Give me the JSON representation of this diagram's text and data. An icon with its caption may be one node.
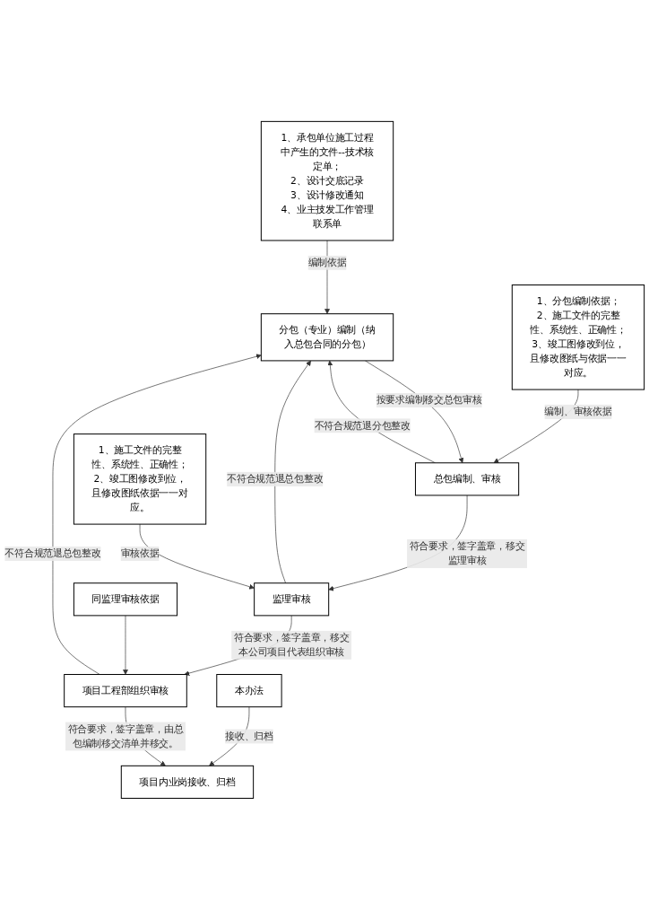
{
  "diagram": {
    "nodes": [
      {
        "text": [
          "分包（专业）编制（纳入总包合同的分包）"
        ]
      },
      {
        "text": [
          "1、承包单位施工过程中产生的文件--技术核定单；",
          "2、设计交底记录",
          "3、设计修改通知",
          "4、业主技发工作管理联系单"
        ]
      },
      {
        "text": [
          "总包编制、审核"
        ]
      },
      {
        "text": [
          "1、分包编制依据；2、施工文件的完整性、系统性、正确性；3、竣工图修改到位，且修改图纸与依据一一对应。"
        ]
      },
      {
        "text": [
          "监理审核"
        ]
      },
      {
        "text": [
          "1、施工文件的完整性、系统性、正确性；2、竣工图修改到位，且修改图纸依据一一对应。"
        ]
      },
      {
        "text": [
          "项目工程部组织审核"
        ]
      },
      {
        "text": [
          "同监理审核依据"
        ]
      },
      {
        "text": [
          "项目内业岗接收、归档"
        ]
      },
      {
        "text": [
          "本办法"
        ]
      }
    ],
    "edges": [
      {
        "from": 1,
        "to": 0,
        "arrow": "to",
        "label": "编制依据"
      },
      {
        "from": 0,
        "to": 2,
        "arrow": "to",
        "label": "按要求编制移交总包审核"
      },
      {
        "from": 3,
        "to": 2,
        "arrow": "to",
        "label": "编制、审核依据"
      },
      {
        "from": 2,
        "to": 0,
        "arrow": "to",
        "label": "不符合规范退分包整改"
      },
      {
        "from": 2,
        "to": 4,
        "arrow": "to",
        "label": "符合要求，签字盖章，移交监理审核"
      },
      {
        "from": 5,
        "to": 4,
        "arrow": "to",
        "label": "审核依据"
      },
      {
        "from": 4,
        "to": 0,
        "arrow": "to",
        "label": "不符合规范退总包整改"
      },
      {
        "from": 4,
        "to": 6,
        "arrow": "to",
        "label": "符合要求，签字盖章，移交本公司项目代表组织审核"
      },
      {
        "from": 7,
        "to": 6,
        "arrow": "to"
      },
      {
        "from": 6,
        "to": 0,
        "arrow": "to",
        "label": "不符合规范退总包整改"
      },
      {
        "from": 6,
        "to": 8,
        "arrow": "to",
        "label": "符合要求，签字盖章，由总包编制移交清单并移交。"
      },
      {
        "from": 9,
        "to": 8,
        "arrow": "to",
        "label": "接收、归档"
      }
    ]
  }
}
